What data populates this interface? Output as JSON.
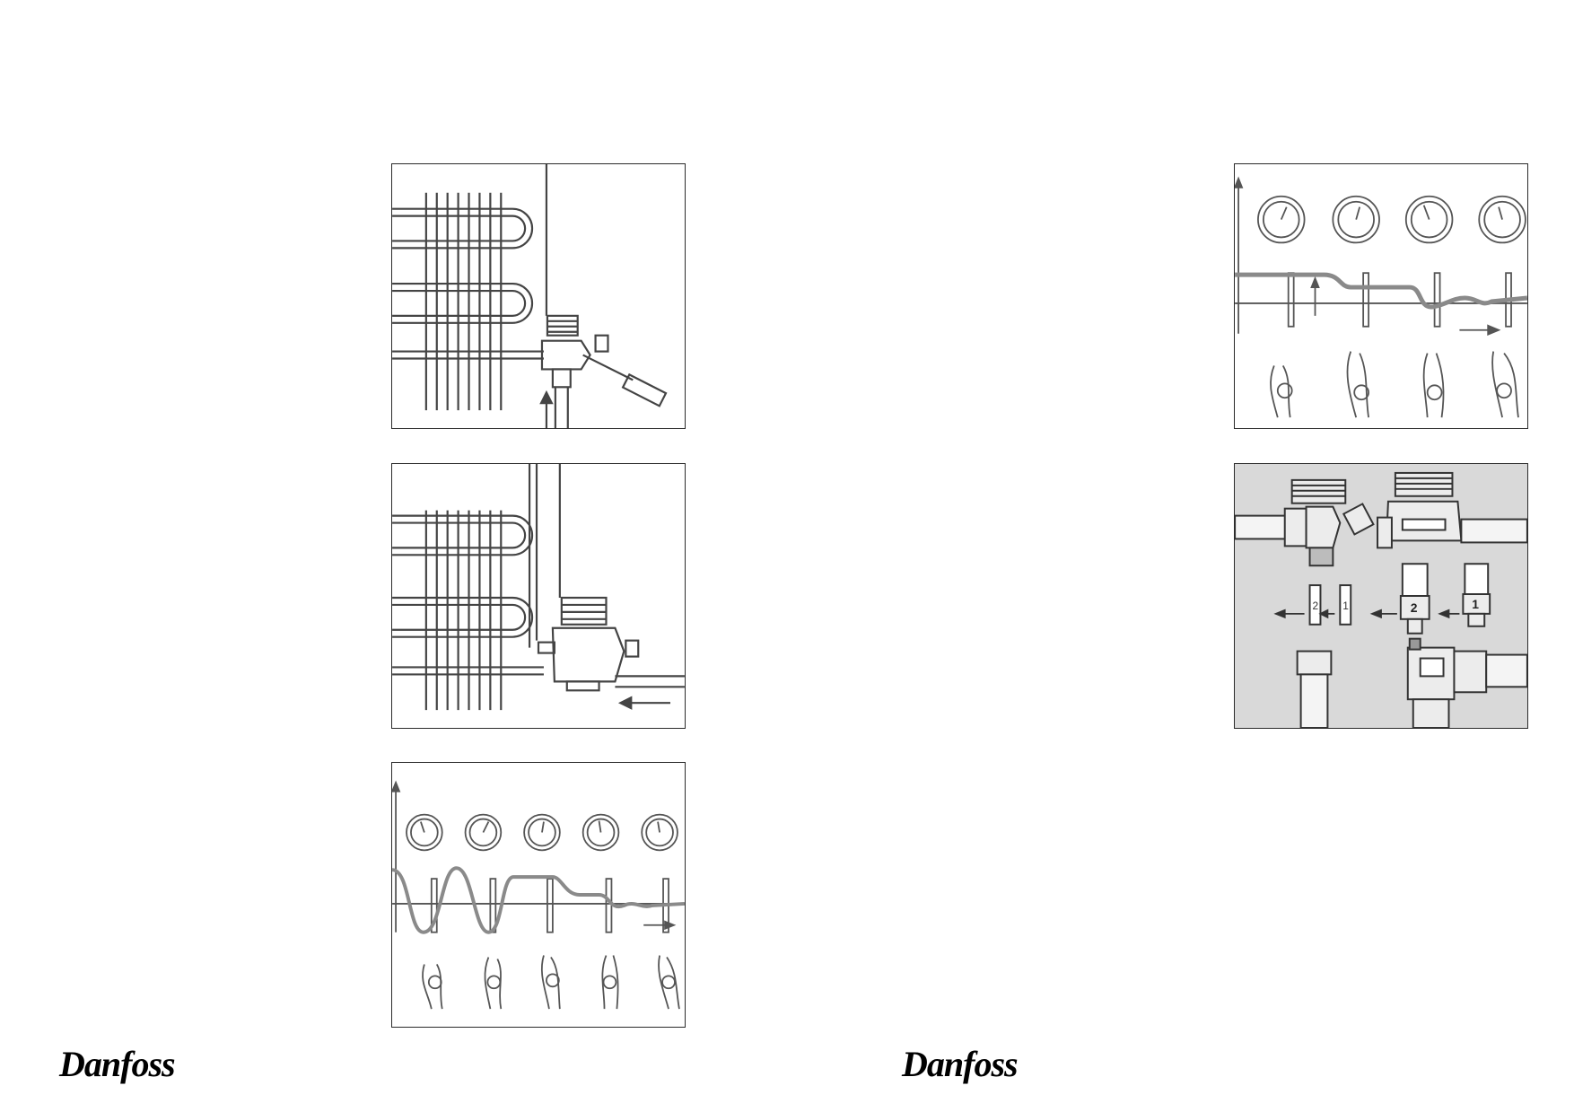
{
  "brand": {
    "logo_text": "Danfoss"
  },
  "figures": [
    {
      "id": "fig-evaporator-adjust",
      "icon": "evaporator-valve-screwdriver-icon"
    },
    {
      "id": "fig-evaporator-external",
      "icon": "evaporator-valve-external-equalizer-icon"
    },
    {
      "id": "fig-gauge-hunting",
      "icon": "pressure-gauges-hunting-curve-icon"
    },
    {
      "id": "fig-gauge-stable",
      "icon": "pressure-gauges-stable-curve-icon"
    },
    {
      "id": "fig-orifice-replace",
      "icon": "valve-orifice-exchange-icon"
    }
  ],
  "labels": {
    "orifice_a": "2",
    "orifice_b": "1",
    "orifice_c": "2",
    "orifice_d": "1"
  }
}
